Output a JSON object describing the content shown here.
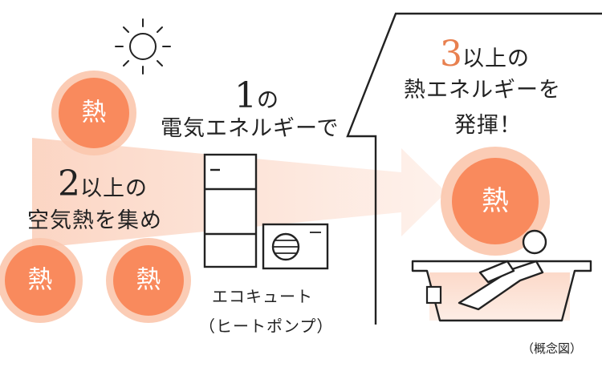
{
  "colors": {
    "heat_fill": "#f98a5d",
    "heat_halo": "#fbc6ad",
    "arrow_tint": "#fbd9c8",
    "line": "#222222",
    "accent_number": "#e8804f"
  },
  "icons": [
    "sun-icon",
    "heat-circle",
    "wide-arrow",
    "eco-cute-tank-icon",
    "heat-pump-unit-icon",
    "house-outline",
    "bathtub-icon",
    "bather-icon"
  ],
  "heat_label": "熱",
  "left": {
    "number": "2",
    "line1_rest": "以上の",
    "line2": "空気熱を集め"
  },
  "center": {
    "number": "1",
    "number_suffix": "の",
    "line2": "電気エネルギーで",
    "product_name": "エコキュート",
    "product_sub": "（ヒートポンプ）"
  },
  "right": {
    "number": "3",
    "line1_rest": "以上の",
    "line2": "熱エネルギーを",
    "line3": "発揮！"
  },
  "note": "（概念図）"
}
